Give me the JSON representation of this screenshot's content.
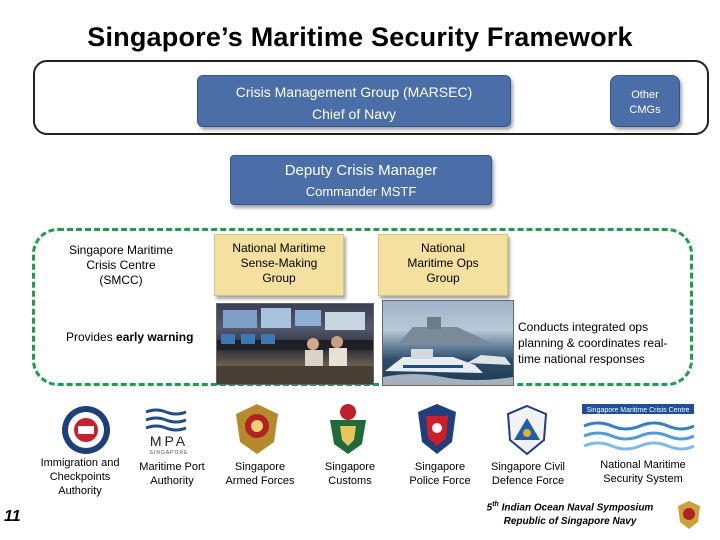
{
  "title": "Singapore’s Maritime Security Framework",
  "crisis_group": {
    "line1": "Crisis Management Group (MARSEC)",
    "line2": "Chief of Navy"
  },
  "other_cmgs": {
    "line1": "Other",
    "line2": "CMGs"
  },
  "deputy": {
    "line1": "Deputy Crisis Manager",
    "line2": "Commander MSTF"
  },
  "smcc": {
    "line1": "Singapore Maritime",
    "line2": "Crisis Centre",
    "line3": "(SMCC)"
  },
  "sense_making": {
    "line1": "National Maritime",
    "line2": "Sense-Making",
    "line3": "Group"
  },
  "ops_group": {
    "line1": "National",
    "line2": "Maritime Ops",
    "line3": "Group"
  },
  "early_warning": {
    "prefix": "Provides ",
    "bold": "early warning"
  },
  "ops_desc": {
    "line1": "Conducts integrated ops",
    "line2": "planning & coordinates real-",
    "line3": "time national responses"
  },
  "logo_texts": {
    "mpa_wordmark": "MPA",
    "mpa_sub": "SINGAPORE",
    "smcc_banner": "Singapore Maritime Crisis Centre"
  },
  "agencies": [
    {
      "line1": "Immigration and",
      "line2": "Checkpoints",
      "line3": "Authority",
      "icon": "ica-crest-icon"
    },
    {
      "line1": "Maritime Port",
      "line2": "Authority",
      "line3": "",
      "icon": "mpa-logo-icon"
    },
    {
      "line1": "Singapore",
      "line2": "Armed Forces",
      "line3": "",
      "icon": "saf-crest-icon"
    },
    {
      "line1": "Singapore",
      "line2": "Customs",
      "line3": "",
      "icon": "customs-crest-icon"
    },
    {
      "line1": "Singapore",
      "line2": "Police Force",
      "line3": "",
      "icon": "police-crest-icon"
    },
    {
      "line1": "Singapore Civil",
      "line2": "Defence Force",
      "line3": "",
      "icon": "scdf-crest-icon"
    },
    {
      "line1": "National Maritime",
      "line2": "Security System",
      "line3": "",
      "icon": "smcc-logo-icon"
    }
  ],
  "page_number": "11",
  "footer": {
    "line1_sup": "th",
    "line1_num": "5",
    "line1_rest": " Indian Ocean Naval Symposium",
    "line2": "Republic of Singapore Navy"
  },
  "colors": {
    "blue_box": "#4a6fa8",
    "green_dash": "#19a04a",
    "yellow_box": "#f4e1a0"
  }
}
